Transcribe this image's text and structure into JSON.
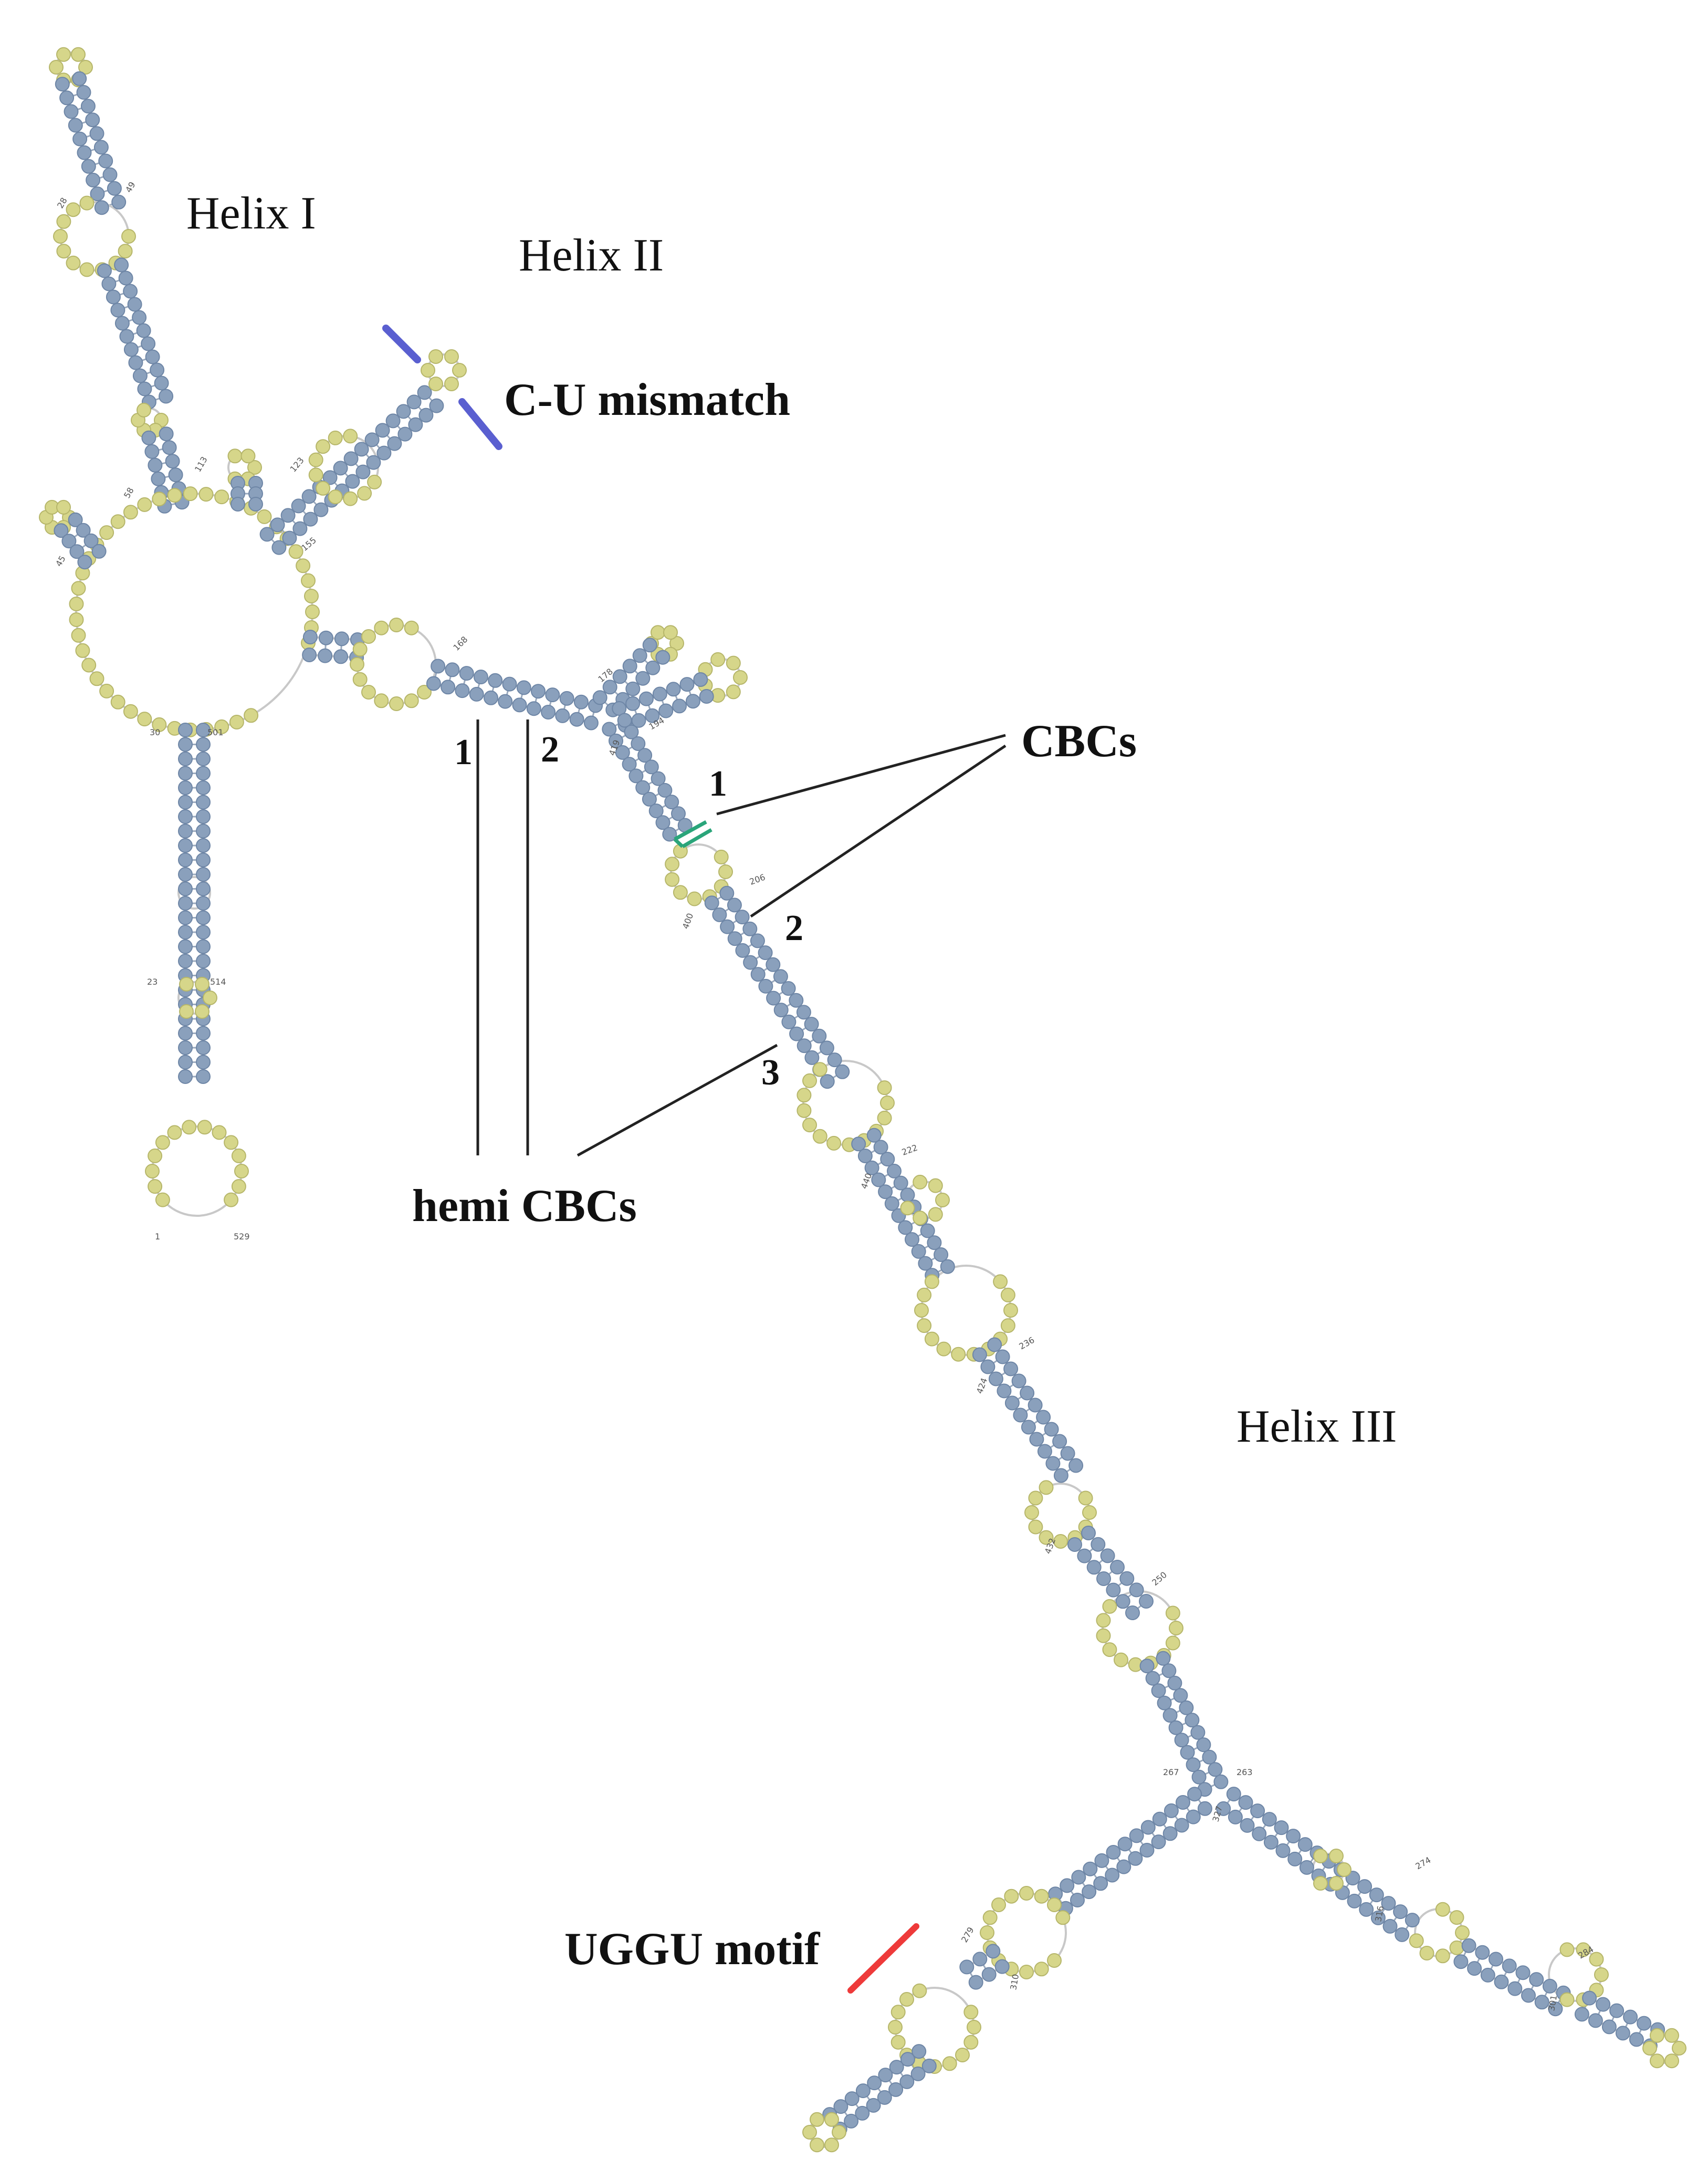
{
  "labels": {
    "helix_1": "Helix I",
    "helix_2": "Helix II",
    "helix_3": "Helix III",
    "cu_mismatch": "C-U mismatch",
    "cbcs": "CBCs",
    "hemi_cbcs": "hemi CBCs",
    "uggu_motif": "UGGU motif"
  },
  "cbc_markers": [
    "1",
    "2"
  ],
  "hemi_cbc_markers": [
    "1",
    "2",
    "3"
  ],
  "position_labels": [
    "28",
    "49",
    "58",
    "113",
    "123",
    "155",
    "45",
    "168",
    "178",
    "194",
    "30",
    "501",
    "419",
    "206",
    "400",
    "23",
    "514",
    "222",
    "440",
    "236",
    "424",
    "250",
    "432",
    "267",
    "263",
    "327",
    "274",
    "316",
    "279",
    "310",
    "284",
    "301",
    "1",
    "529"
  ],
  "colors": {
    "paired_base": "#8aa0bc",
    "unpaired_base": "#d6d68a",
    "backbone": "#c8c8c8",
    "cu_mismatch_marker": "#5a5fd0",
    "uggu_marker": "#ee3a3a",
    "cbc_pair": "#2aa57a",
    "annotation_line": "#222222"
  }
}
